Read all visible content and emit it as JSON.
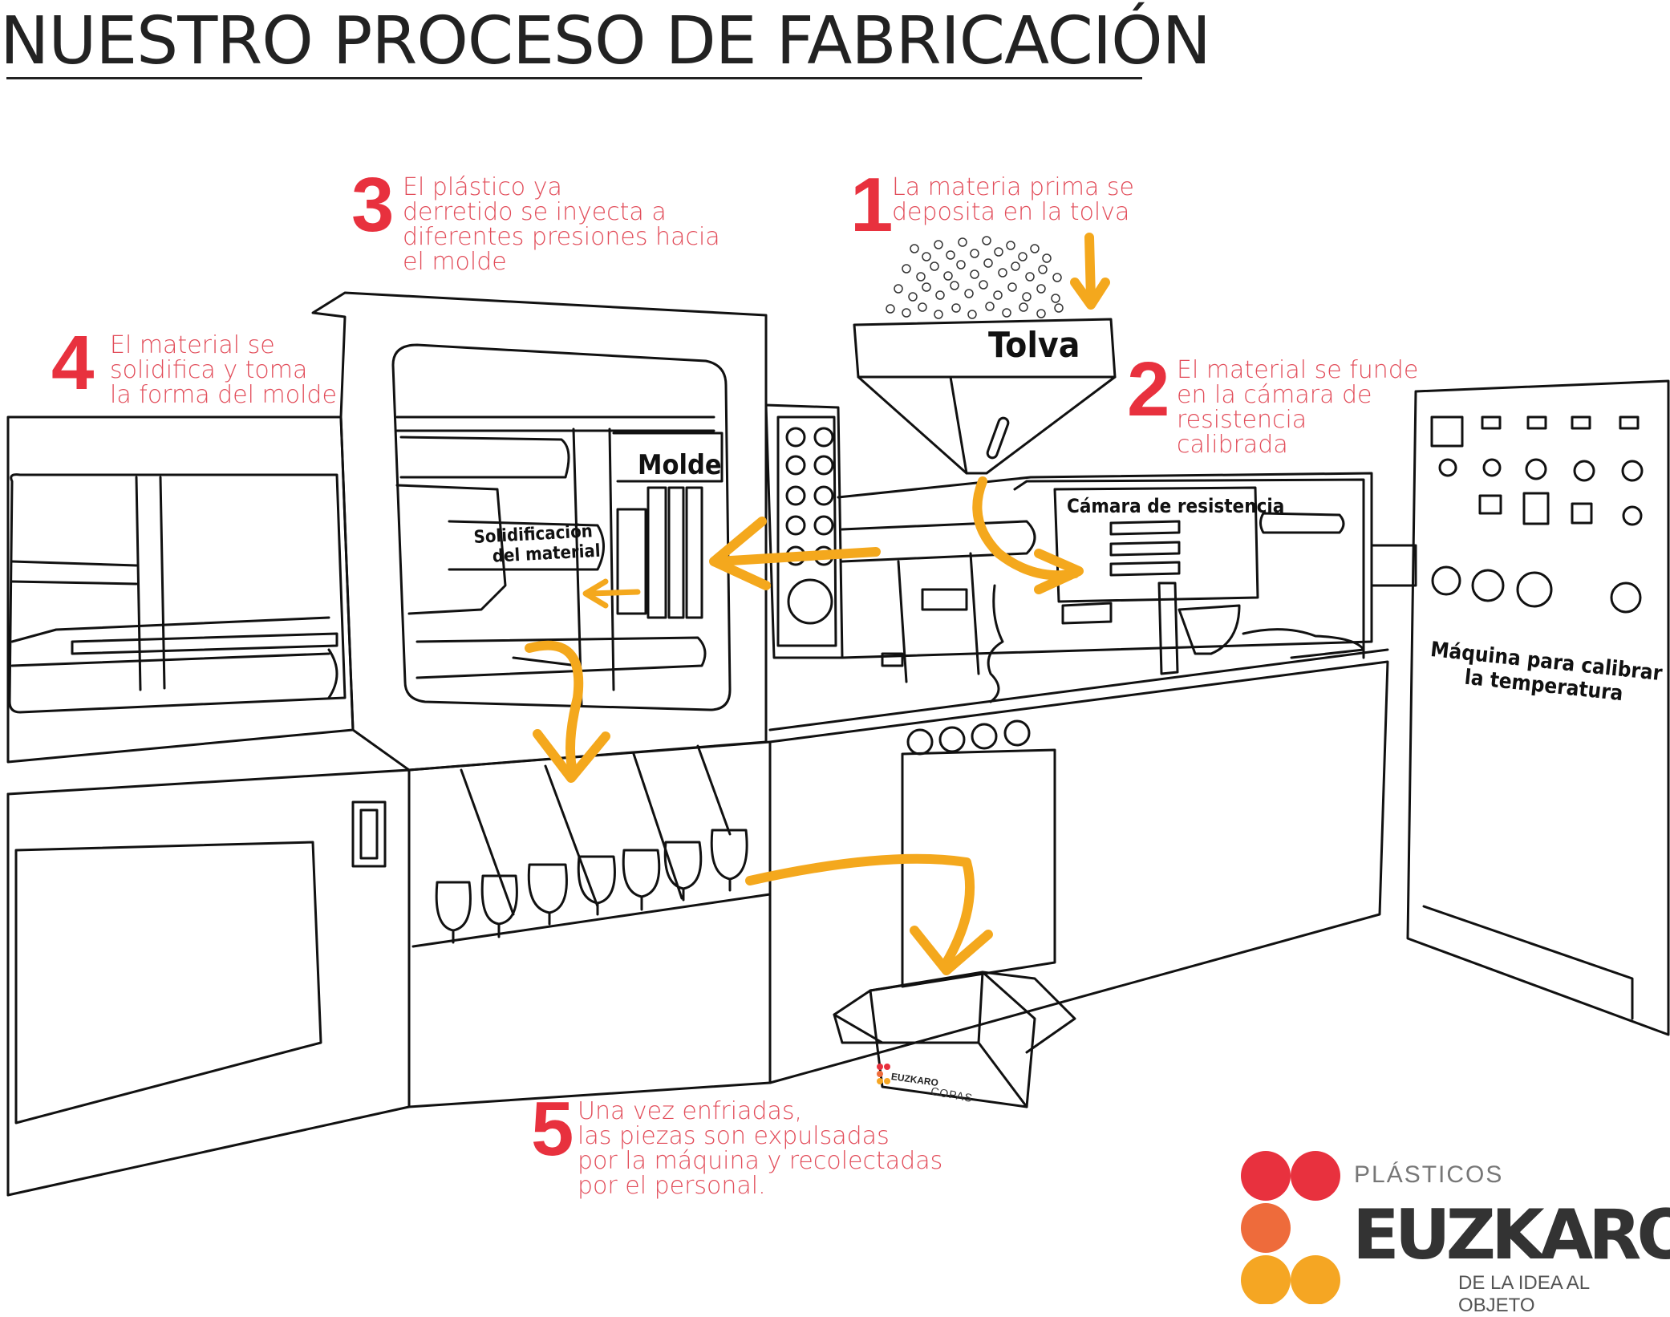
{
  "header": {
    "title": "NUESTRO PROCESO DE FABRICACIÓN"
  },
  "steps": [
    {
      "number": "1",
      "lines": [
        "La materia prima se",
        "deposita en la tolva"
      ]
    },
    {
      "number": "2",
      "lines": [
        "El material se funde",
        "en la cámara de",
        "resistencia",
        "calibrada"
      ]
    },
    {
      "number": "3",
      "lines": [
        "El plástico ya",
        "derretido se inyecta a",
        "diferentes presiones hacia",
        "el molde"
      ]
    },
    {
      "number": "4",
      "lines": [
        "El material se",
        "solidifica y toma",
        "la forma del molde"
      ]
    },
    {
      "number": "5",
      "lines": [
        "Una vez enfriadas,",
        "las piezas son expulsadas",
        "por la máquina y recolectadas",
        "por el personal."
      ]
    }
  ],
  "labels": {
    "tolva": "Tolva",
    "molde": "Molde",
    "solidificacion_1": "Solidificación",
    "solidificacion_2": "del material",
    "camara": "Cámara de resistencia",
    "maquina_1": "Máquina para calibrar",
    "maquina_2": "la temperatura",
    "box_brand": "EUZKARO",
    "box_product": "COPAS"
  },
  "brand": {
    "small": "PLÁSTICOS",
    "name": "EUZKARO",
    "slogan": "DE LA IDEA AL OBJETO"
  },
  "colors": {
    "accent_red": "#e8313e",
    "arrow_yellow": "#f4a81d",
    "dot_red": "#e8313e",
    "dot_orange": "#ee6b3b",
    "dot_yellow": "#f5a623"
  }
}
